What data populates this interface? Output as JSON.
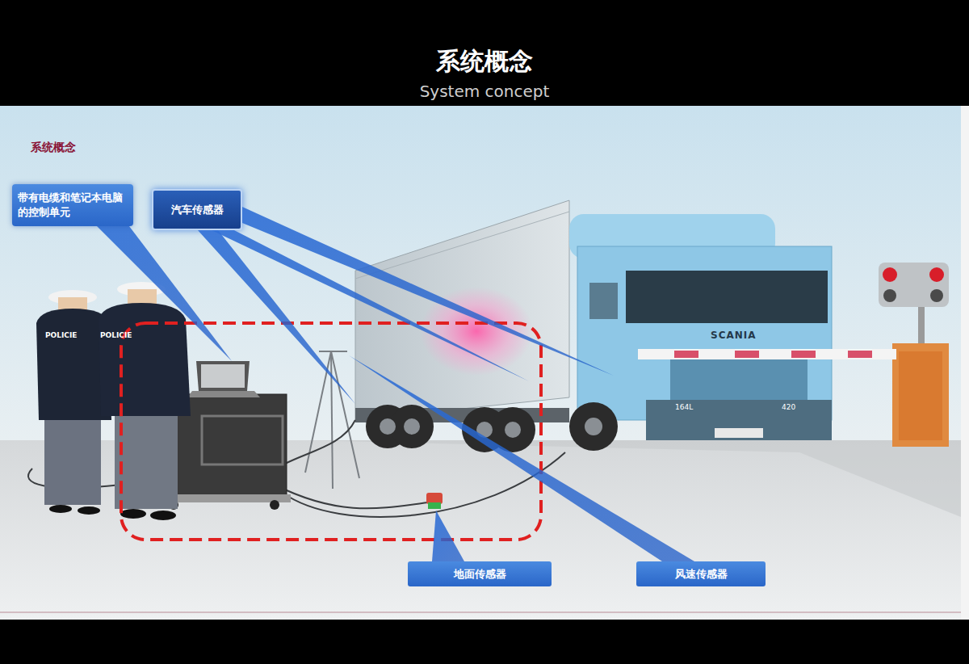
{
  "diagram": {
    "title": "系统概念",
    "nodes": [
      {
        "text": [
          "带有电缆和笔记本电脑的控制单元"
        ]
      },
      {
        "text": [
          "汽车传感器"
        ]
      },
      {
        "text": [
          "地面传感器"
        ]
      },
      {
        "text": [
          "风速传感器"
        ]
      }
    ],
    "labels": [
      "System concept",
      "系统概念",
      "POLICIE",
      "POLICIE",
      "SCANIA",
      "164L",
      "420"
    ]
  }
}
